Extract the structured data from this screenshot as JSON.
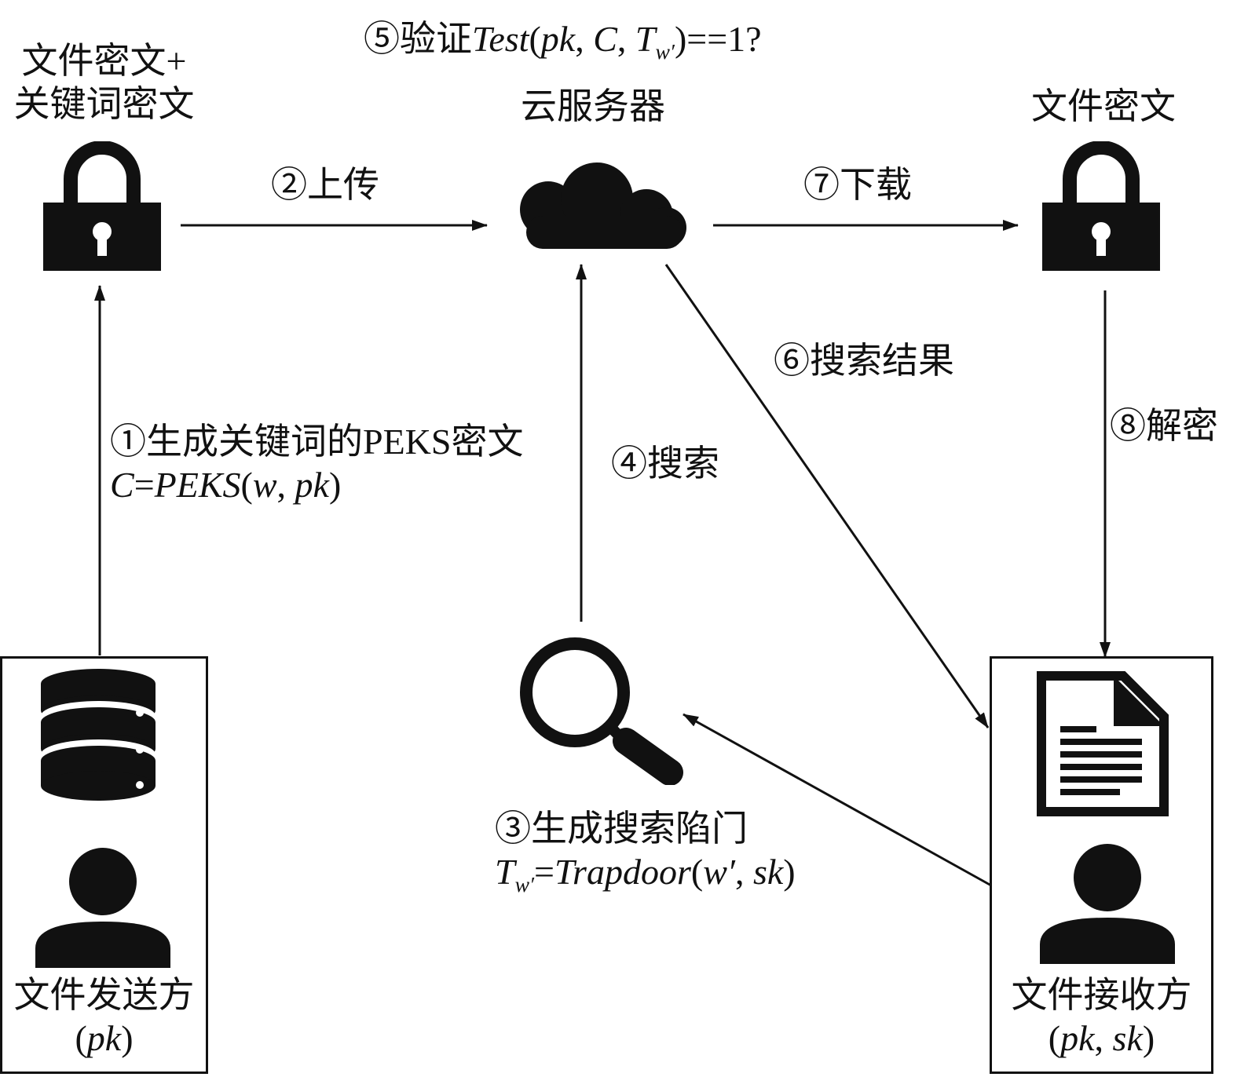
{
  "sender": {
    "top_label_line1": "文件密文+",
    "top_label_line2": "关键词密文",
    "name": "文件发送方",
    "key_open": "(",
    "key": "pk",
    "key_close": ")"
  },
  "server": {
    "label": "云服务器"
  },
  "receiver": {
    "top_label": "文件密文",
    "name": "文件接收方",
    "key_open": "(",
    "key_a": "pk",
    "key_sep": ", ",
    "key_b": "sk",
    "key_close": ")"
  },
  "steps": {
    "s1_title": "①生成关键词的PEKS密文",
    "s1_f_a": "C",
    "s1_f_b": "=",
    "s1_f_c": "PEKS",
    "s1_f_d": "(",
    "s1_f_e": "w",
    "s1_f_f": ", ",
    "s1_f_g": "pk",
    "s1_f_h": ")",
    "s2": "②上传",
    "s3_title": "③生成搜索陷门",
    "s3_f_a": "T",
    "s3_f_sub": "w′",
    "s3_f_b": "=",
    "s3_f_c": "Trapdoor",
    "s3_f_d": "(",
    "s3_f_e": "w′",
    "s3_f_f": ", ",
    "s3_f_g": "sk",
    "s3_f_h": ")",
    "s4": "④搜索",
    "s5_a": "⑤验证",
    "s5_b": "Test",
    "s5_c": "(",
    "s5_d": "pk",
    "s5_e": ", ",
    "s5_f": "C",
    "s5_g": ", ",
    "s5_h": "T",
    "s5_sub": "w′",
    "s5_i": ")==1?",
    "s6": "⑥搜索结果",
    "s7": "⑦下载",
    "s8": "⑧解密"
  },
  "colors": {
    "ink": "#111111",
    "background": "#ffffff"
  }
}
